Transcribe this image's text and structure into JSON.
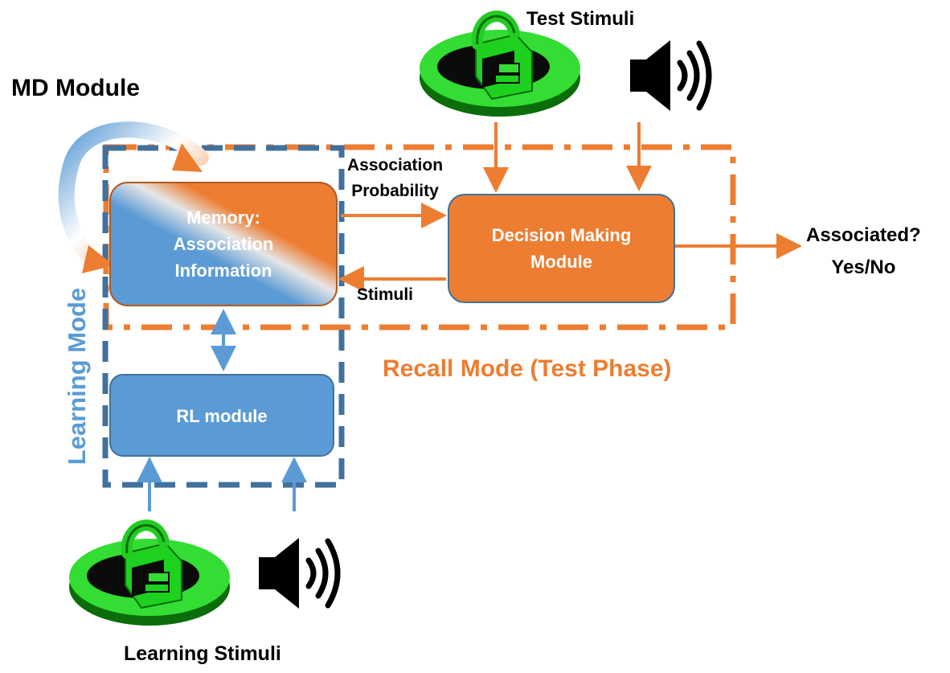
{
  "labels": {
    "md_module": "MD Module",
    "test_stimuli": "Test Stimuli",
    "association_line1": "Association",
    "association_line2": "Probability",
    "stimuli": "Stimuli",
    "associated_line1": "Associated?",
    "associated_line2": "Yes/No",
    "recall_mode": "Recall Mode (Test Phase)",
    "learning_mode": "Learning Mode",
    "learning_stimuli": "Learning Stimuli"
  },
  "boxes": {
    "memory": {
      "line1": "Memory:",
      "line2": "Association",
      "line3": "Information"
    },
    "decision": {
      "line1": "Decision Making",
      "line2": "Module"
    },
    "rl": {
      "label": "RL module"
    }
  },
  "colors": {
    "orange": "#ED7D31",
    "blue": "#5B9BD5",
    "dark_blue_dash": "#41719C",
    "green": "#33DD33",
    "dark_green": "#0E7A0E",
    "black": "#000000",
    "box_text": "#FFFFFF"
  },
  "icons": [
    "boat-toy-icon",
    "speaker-icon"
  ]
}
